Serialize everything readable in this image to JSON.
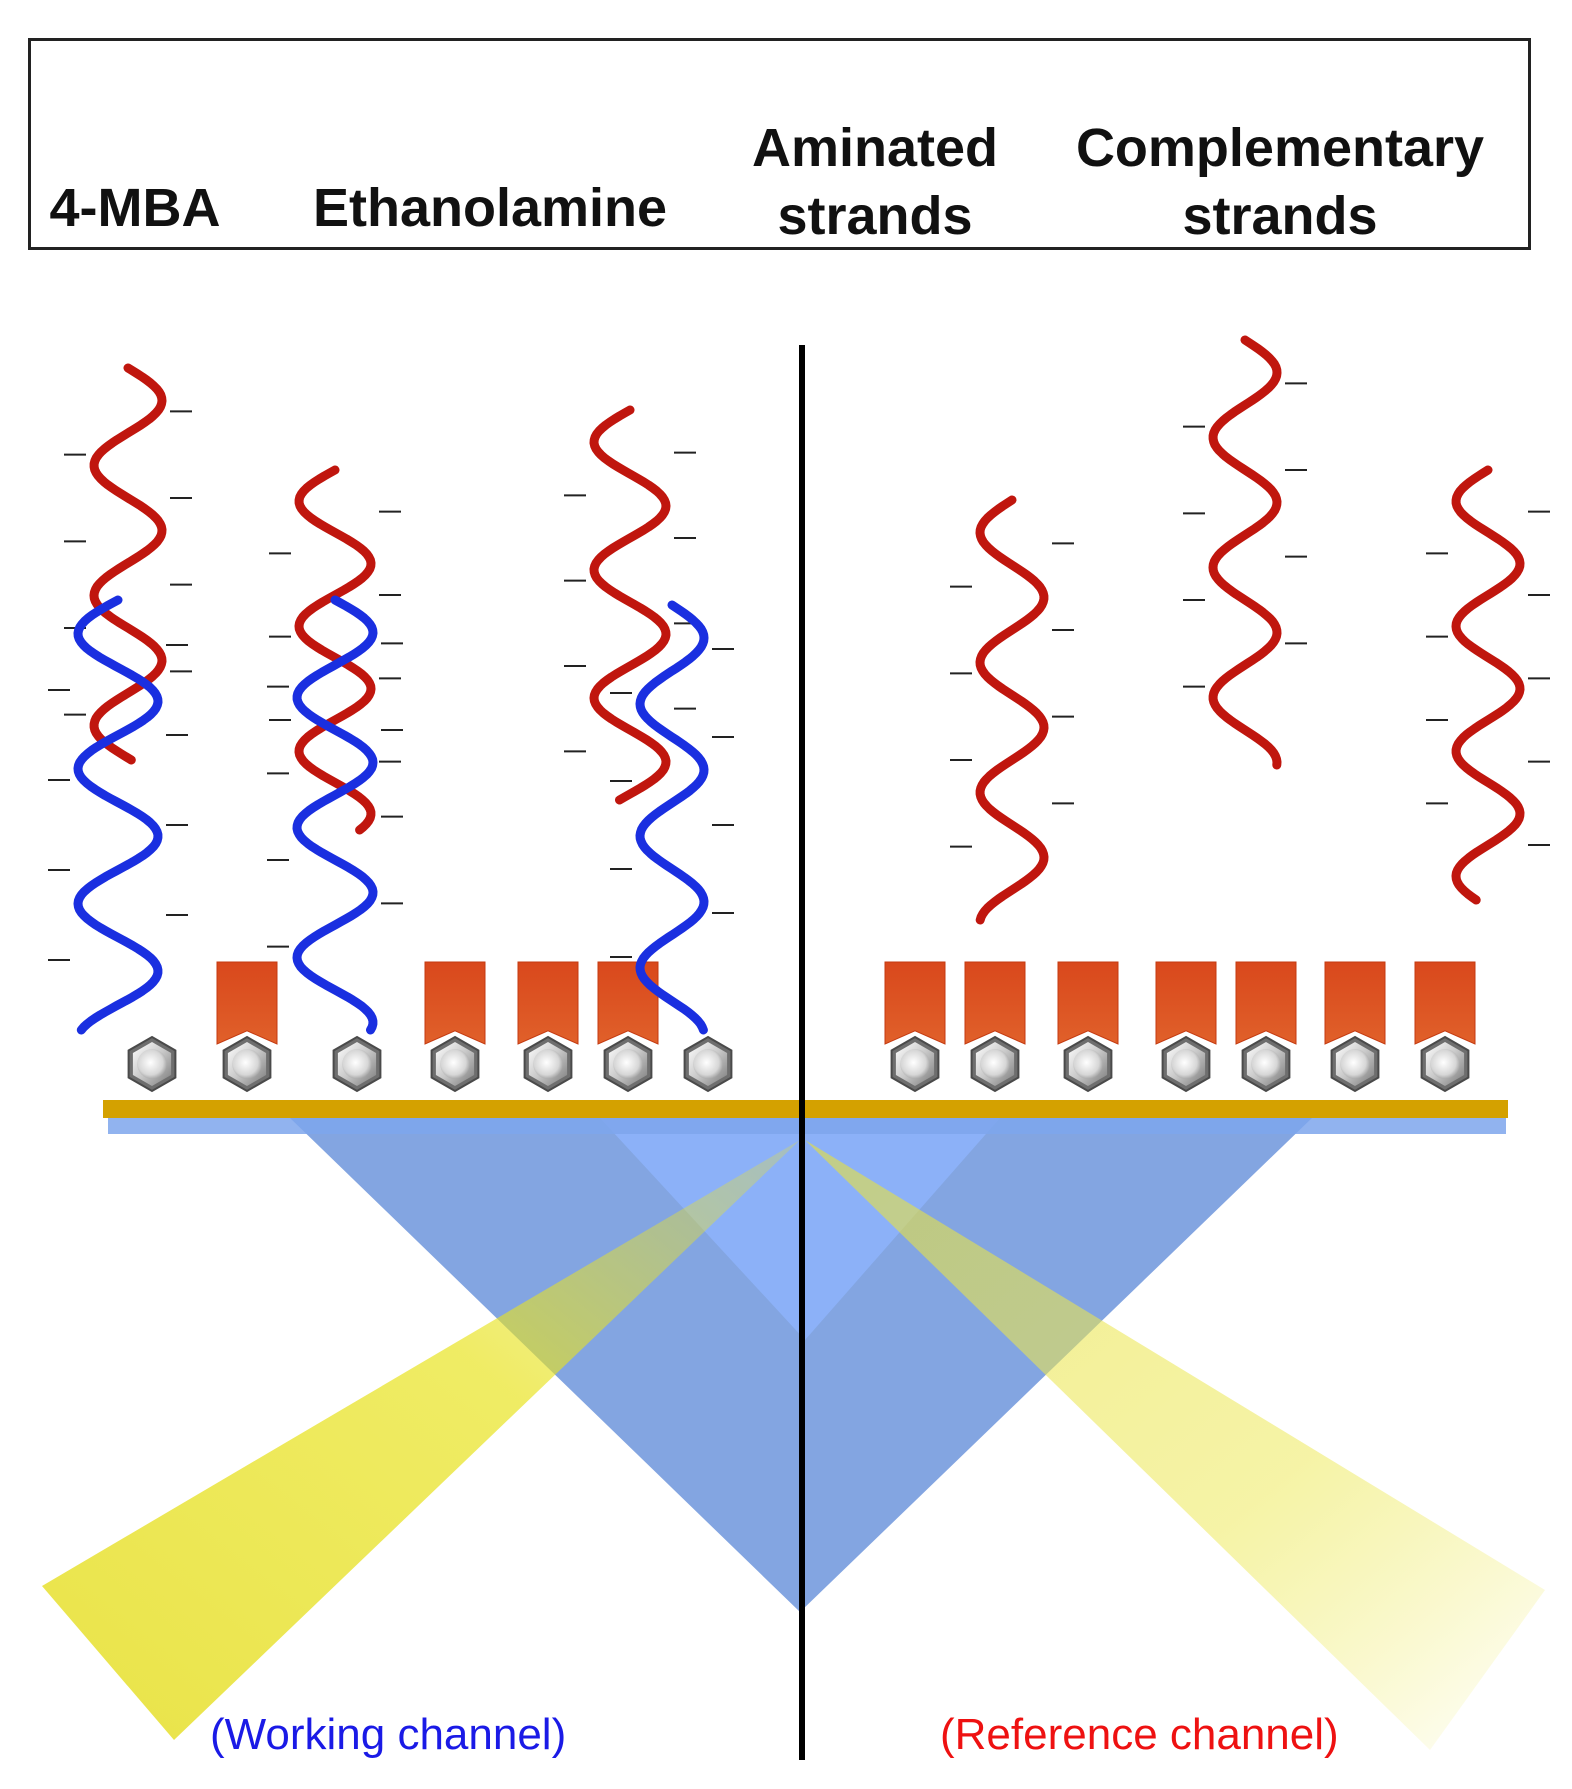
{
  "legend": {
    "items": [
      {
        "label": "4-MBA",
        "icon": "hexagon-icon"
      },
      {
        "label": "Ethanolamine",
        "icon": "bookmark-icon"
      },
      {
        "label_line1": "Aminated",
        "label_line2": "strands",
        "icon": "blue-wave-icon"
      },
      {
        "label_line1": "Complementary",
        "label_line2": "strands",
        "icon": "red-wave-icon"
      }
    ]
  },
  "channels": {
    "working": "(Working channel)",
    "reference": "(Reference channel)"
  },
  "colors": {
    "mba": "#9a9a9a",
    "ethanolamine": "#d9481c",
    "aminated": "#1a2fe0",
    "complementary": "#c0160e",
    "gold_surface": "#d4a100",
    "prism_blue": "#5b8ed8",
    "light_beam": "#e8e010",
    "working_text": "#1a1ae6",
    "reference_text": "#ee1111"
  }
}
